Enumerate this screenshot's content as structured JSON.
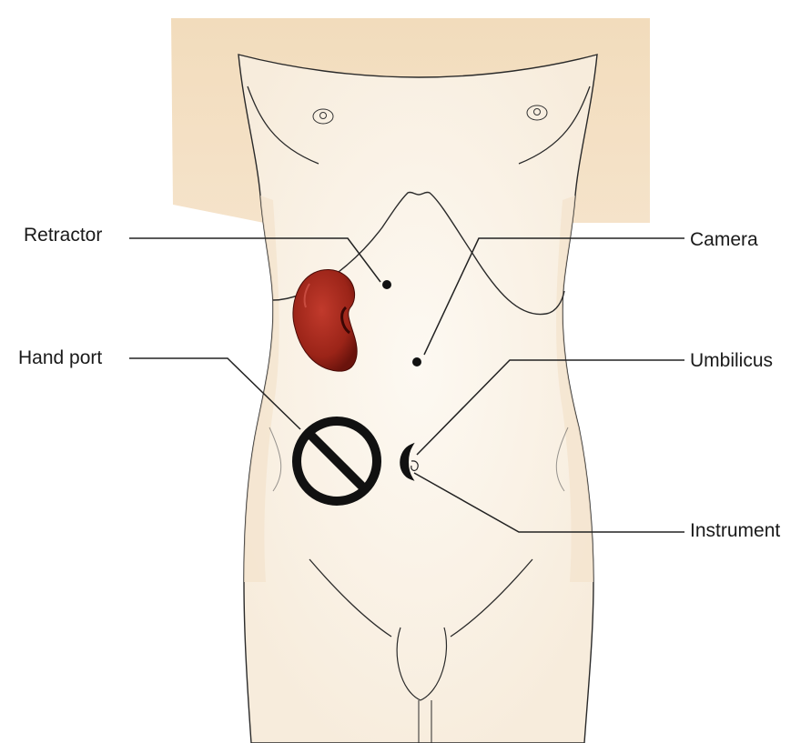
{
  "labels": {
    "retractor": "Retractor",
    "hand_port": "Hand port",
    "camera": "Camera",
    "umbilicus": "Umbilicus",
    "instrument": "Instrument"
  },
  "colors": {
    "skin_light": "#fbf4ea",
    "skin_shadow": "#f1dcc0",
    "outline": "#222222",
    "kidney": "#a7281c",
    "kidney_dark": "#6e130d",
    "kidney_highlight": "#d0463a",
    "leader_line": "#222222"
  }
}
